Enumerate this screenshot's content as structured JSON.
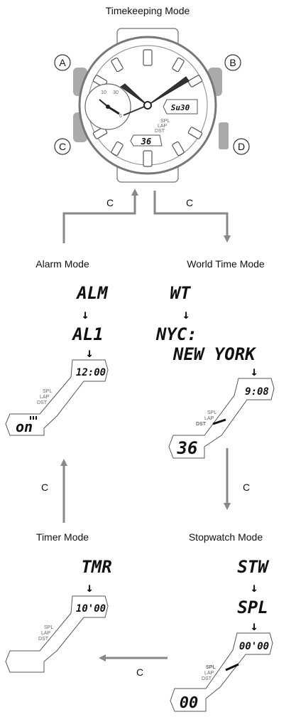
{
  "modes": {
    "timekeeping": "Timekeeping Mode",
    "alarm": "Alarm Mode",
    "world_time": "World Time Mode",
    "timer": "Timer Mode",
    "stopwatch": "Stopwatch Mode"
  },
  "buttons": {
    "a": "A",
    "b": "B",
    "c": "C",
    "d": "D"
  },
  "transition_label": "C",
  "watch_face": {
    "day_display": "Su30",
    "bottom_display": "36",
    "dial_numbers": [
      "10",
      "30",
      "6"
    ],
    "indicators": [
      "SPL",
      "LAP",
      "DST"
    ]
  },
  "alarm": {
    "title": "ALM",
    "sub": "AL1",
    "time": "12:00",
    "state": "on"
  },
  "world_time": {
    "title": "WT",
    "city_code": "NYC:",
    "city_name": "NEW YORK",
    "time": "9:08",
    "bottom": "36"
  },
  "timer": {
    "title": "TMR",
    "time": "10'00"
  },
  "stopwatch": {
    "title": "STW",
    "sub": "SPL",
    "time": "00'00",
    "bottom": "00"
  },
  "indicator_labels": {
    "spl": "SPL",
    "lap": "LAP",
    "dst": "DST"
  },
  "arrow_glyph": "↓"
}
